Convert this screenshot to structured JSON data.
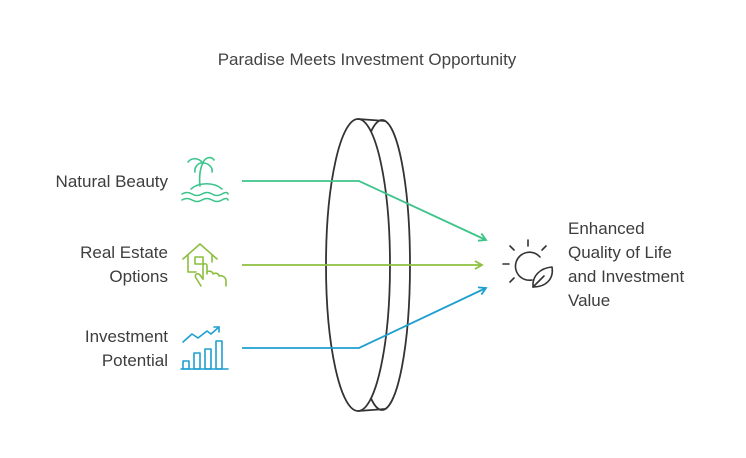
{
  "title": "Paradise Meets Investment Opportunity",
  "inputs": [
    {
      "lines": [
        "Natural Beauty"
      ],
      "icon": "palm-island-icon",
      "color": "#3cc48a"
    },
    {
      "lines": [
        "Real Estate",
        "Options"
      ],
      "icon": "house-hand-icon",
      "color": "#8cbf3f"
    },
    {
      "lines": [
        "Investment",
        "Potential"
      ],
      "icon": "growth-chart-icon",
      "color": "#1f9fd0"
    }
  ],
  "output": {
    "lines": [
      "Enhanced",
      "Quality of Life",
      "and Investment",
      "Value"
    ],
    "icon": "sun-leaf-icon",
    "color": "#333333"
  },
  "lens": {
    "icon": "lens-icon",
    "color": "#333333"
  }
}
